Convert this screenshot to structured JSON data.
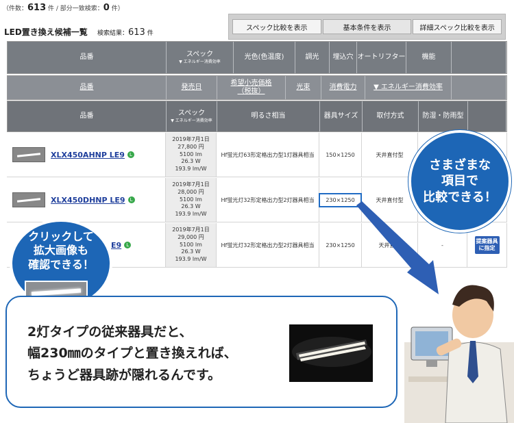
{
  "counts": {
    "prefix": "（件数：",
    "total": "613",
    "unit1": "件 / 部分一致検索：",
    "partial": "0",
    "unit2": "件）"
  },
  "list": {
    "title": "LED置き換え候補一覧",
    "result_label": "検索結果：",
    "result_count": "613",
    "result_unit": "件"
  },
  "tabs": [
    "スペック比較を表示",
    "基本条件を表示",
    "詳細スペック比較を表示"
  ],
  "header1": [
    "品番",
    "スペック",
    "▼ エネルギー消費効率",
    "光色(色温度)",
    "調光",
    "埋込穴",
    "オートリフター",
    "機能"
  ],
  "header2": [
    "品番",
    "発売日",
    "希望小売価格",
    "（税抜）",
    "光束",
    "消費電力",
    "▼ エネルギー消費効率"
  ],
  "header3": [
    "品番",
    "スペック",
    "▼ エネルギー消費効率",
    "明るさ相当",
    "器具サイズ",
    "取付方式",
    "防湿・防雨型"
  ],
  "rows": [
    {
      "name": "XLX450AHNP LE9",
      "date": "2019年7月1日",
      "price": "27,800 円",
      "lumen": "5100 lm",
      "watt": "26.3 W",
      "eff": "193.9 lm/W",
      "light": "Hf蛍光灯63形定格出力型1灯器具相当",
      "size": "150×1250",
      "mount": "天井直付型"
    },
    {
      "name": "XLX450DHNP LE9",
      "date": "2019年7月1日",
      "price": "28,000 円",
      "lumen": "5100 lm",
      "watt": "26.3 W",
      "eff": "193.9 lm/W",
      "light": "Hf蛍光灯32形定格出力型2灯器具相当",
      "size": "230×1250",
      "mount": "天井直付型"
    },
    {
      "name": "E9",
      "date": "2019年7月1日",
      "price": "29,000 円",
      "lumen": "5100 lm",
      "watt": "26.3 W",
      "eff": "193.9 lm/W",
      "light": "Hf蛍光灯32形定格出力型2灯器具相当",
      "size": "230×1250",
      "mount": "天井直付",
      "prot": "-",
      "action": "提案器具に指定"
    }
  ],
  "badge_l": "L",
  "callout_right": [
    "さまざまな",
    "項目で",
    "比較できる！"
  ],
  "callout_left": [
    "クリックして",
    "拡大画像も",
    "確認できる！"
  ],
  "speech": [
    "2灯タイプの従来器具だと、",
    "幅230㎜のタイプと置き換えれば、",
    "ちょうど器具跡が隠れるんです。"
  ],
  "colors": {
    "accent": "#1d66b6",
    "header": "#777c82"
  }
}
